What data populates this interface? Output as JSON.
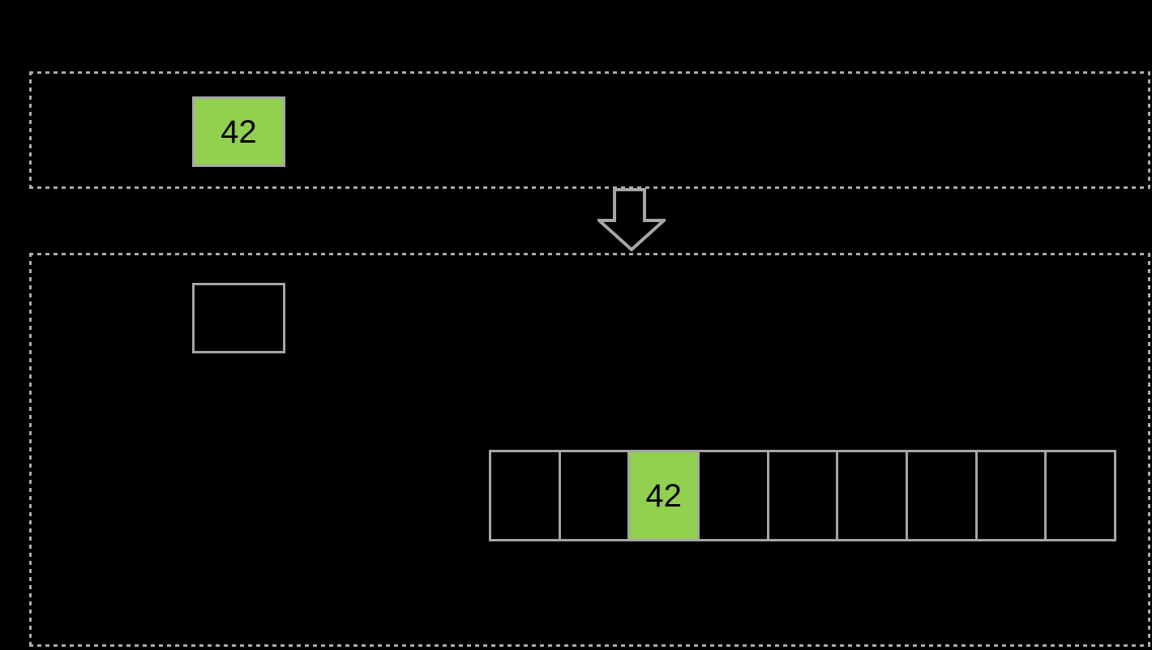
{
  "colors": {
    "background": "#000000",
    "highlight_green": "#92D050",
    "stroke_gray": "#A6A6A6",
    "dash_gray": "#ACACAC",
    "text": "#000000"
  },
  "top_panel": {
    "value_box": {
      "value": "42"
    }
  },
  "arrow": {
    "icon": "down-arrow"
  },
  "bottom_panel": {
    "reference_box": {
      "value": ""
    },
    "array": {
      "cell_count": 9,
      "highlighted_index": 2,
      "cells": [
        {
          "value": "",
          "highlighted": false
        },
        {
          "value": "",
          "highlighted": false
        },
        {
          "value": "42",
          "highlighted": true
        },
        {
          "value": "",
          "highlighted": false
        },
        {
          "value": "",
          "highlighted": false
        },
        {
          "value": "",
          "highlighted": false
        },
        {
          "value": "",
          "highlighted": false
        },
        {
          "value": "",
          "highlighted": false
        },
        {
          "value": "",
          "highlighted": false
        }
      ]
    }
  }
}
